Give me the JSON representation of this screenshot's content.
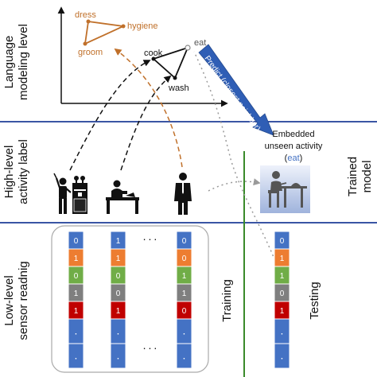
{
  "rows": {
    "top": [
      "Language",
      "modeling level"
    ],
    "middle": [
      "High-level",
      "activity label"
    ],
    "bottom": [
      "Low-level",
      "sensor readnig"
    ]
  },
  "right_label": [
    "Trained",
    "model"
  ],
  "embedding": {
    "dress": "dress",
    "hygiene": "hygiene",
    "groom": "groom",
    "cook": "cook",
    "eat": "eat",
    "wash": "wash"
  },
  "predict_label": "Predict (closest neighbor)",
  "embedded_caption": {
    "line1": "Embedded",
    "line2": "unseen activity",
    "paren_open": "(",
    "eat": "eat",
    "paren_close": ")"
  },
  "training_label": "Training",
  "testing_label": "Testing",
  "ellipsis": "...",
  "columns": {
    "col1": [
      "0",
      "1",
      "0",
      "1",
      "1",
      ".",
      "."
    ],
    "col2": [
      "1",
      "1",
      "0",
      "0",
      "1",
      ".",
      "."
    ],
    "col3": [
      "0",
      "0",
      "1",
      "1",
      "0",
      ".",
      "."
    ],
    "col4": [
      "0",
      "1",
      "1",
      "0",
      "1",
      ".",
      "."
    ]
  },
  "colors": {
    "blue": "#4472c4",
    "orange": "#ed7d31",
    "green": "#70ad47",
    "gray": "#7f7f7f",
    "red": "#c00000",
    "brown": "#c0702a",
    "divider": "#3a55a4",
    "training_line": "#3a8a2a"
  },
  "icons": [
    "cooking-person-icon",
    "washing-person-icon",
    "dressed-person-icon",
    "eating-person-icon"
  ]
}
